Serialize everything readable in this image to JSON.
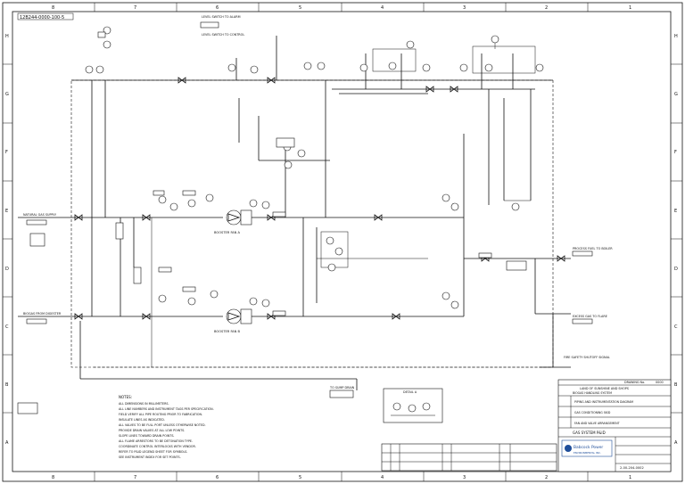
{
  "drawing": {
    "ref_top_left": "12B244-0000-100-5",
    "border_letters": [
      "H",
      "G",
      "F",
      "E",
      "D",
      "C",
      "B",
      "A"
    ],
    "border_numbers_top": [
      "8",
      "7",
      "6",
      "5",
      "4",
      "3",
      "2",
      "1"
    ],
    "border_numbers_bottom": [
      "8",
      "7",
      "6",
      "5",
      "4",
      "3",
      "2",
      "1"
    ]
  },
  "streams": {
    "inlet_top": "NATURAL GAS SUPPLY",
    "inlet_bottom": "BIOGAS FROM DIGESTER",
    "outlet_right": "PROCESS FUEL TO BOILER",
    "outlet_right_low": "EXCESS GAS TO FLARE",
    "top_note_1": "LEVEL SWITCH TO ALARM",
    "top_note_2": "LEVEL SWITCH TO CONTROL",
    "bottom_right_note": "FIRE SAFETY SHUTOFF SIGNAL",
    "lower_mid_note": "TO SUMP DRAIN"
  },
  "equipment": {
    "pump_a": "BOOSTER FAN A",
    "pump_b": "BOOSTER FAN B"
  },
  "notes": {
    "heading": "NOTES:",
    "items": [
      "ALL DIMENSIONS IN MILLIMETERS.",
      "ALL LINE NUMBERS AND INSTRUMENT TAGS PER SPECIFICATION.",
      "FIELD VERIFY ALL PIPE ROUTING PRIOR TO FABRICATION.",
      "INSULATE LINES AS INDICATED.",
      "ALL VALVES TO BE FULL PORT UNLESS OTHERWISE NOTED.",
      "PROVIDE DRAIN VALVES AT ALL LOW POINTS.",
      "SLOPE LINES TOWARD DRAIN POINTS.",
      "ALL FLAME ARRESTORS TO BE DETONATION TYPE.",
      "COORDINATE CONTROL INTERLOCKS WITH VENDOR.",
      "REFER TO P&ID LEGEND SHEET FOR SYMBOLS.",
      "SEE INSTRUMENT INDEX FOR SET POINTS."
    ]
  },
  "title_block": {
    "drawing_no_label": "DRAWING No.",
    "drawing_no_value": "0000",
    "line1": "LAND OF SUNSHINE AND SHOPS",
    "line2": "BIOGAS HANDLING SYSTEM",
    "line3": "PIPING AND INSTRUMENTATION DIAGRAM",
    "line4": "GAS CONDITIONING SKID",
    "line5": "FAN AND VALVE ARRANGEMENT",
    "dwg_title": "GAS SYSTEM P&ID",
    "company": "Babcock Power",
    "company_sub": "ENVIRONMENTAL INC.",
    "sheet_no": "2-00-204-0002"
  },
  "legend_small": {
    "title": "DETAIL A"
  },
  "colors": {
    "ink": "#111111",
    "logo_blue": "#1f4e9a",
    "paper": "#ffffff"
  }
}
